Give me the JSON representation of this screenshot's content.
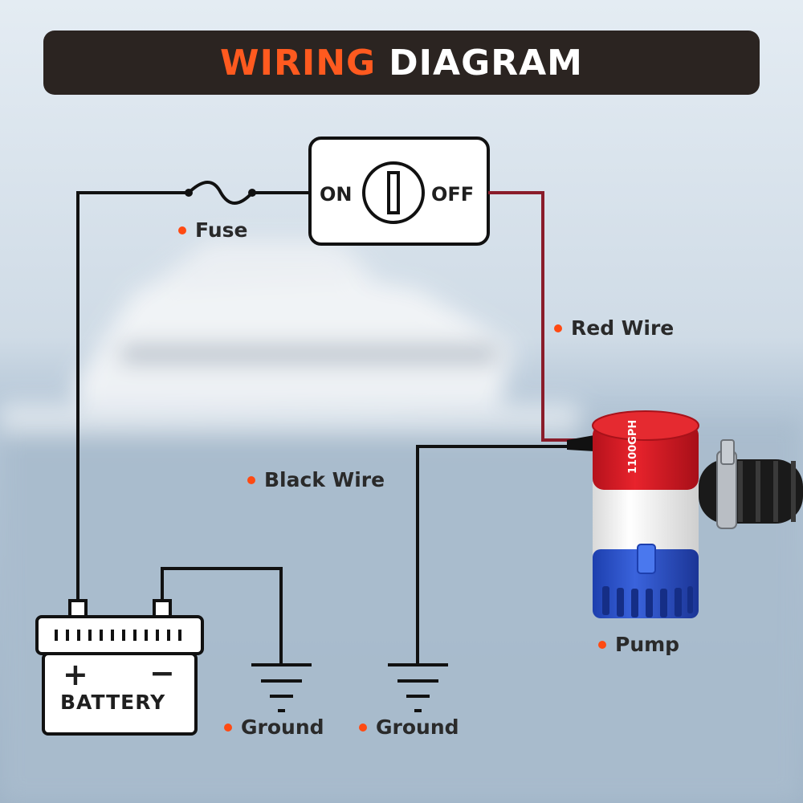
{
  "title": {
    "part1": "WIRING",
    "part2": "DIAGRAM"
  },
  "colors": {
    "accent": "#ff5a1f",
    "title_bg": "#2b2421",
    "red_wire": "#8a1c2a",
    "black_wire": "#111111",
    "label_dot": "#ff4a12"
  },
  "switch": {
    "on_label": "ON",
    "off_label": "OFF"
  },
  "battery": {
    "label": "BATTERY",
    "plus": "+",
    "minus": "−"
  },
  "labels": {
    "fuse": "Fuse",
    "red_wire": "Red Wire",
    "black_wire": "Black Wire",
    "pump": "Pump",
    "ground_battery": "Ground",
    "ground_pump": "Ground"
  },
  "pump": {
    "cap_text": "1100GPH"
  },
  "icons": [
    "fuse-icon",
    "switch-icon",
    "battery-icon",
    "ground-icon",
    "pump-icon",
    "hose-icon"
  ]
}
